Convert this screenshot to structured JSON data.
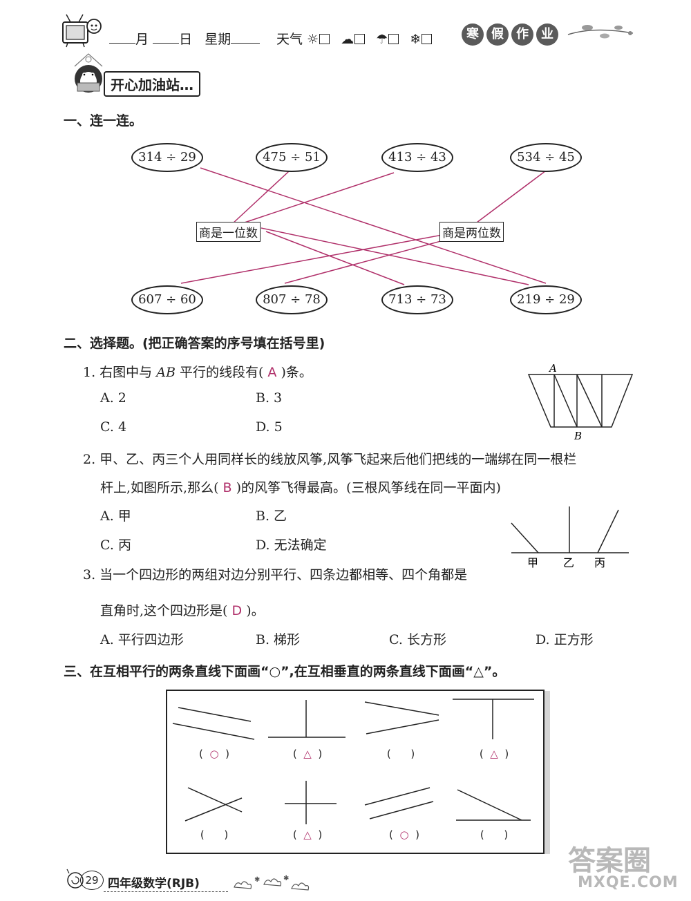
{
  "header": {
    "month": "月",
    "day": "日",
    "weekday": "星期",
    "weather": "天气",
    "banner": [
      "寒",
      "假",
      "作",
      "业"
    ]
  },
  "section_banner": "开心加油站…",
  "s1": {
    "title": "一、连一连。",
    "top": [
      "314 ÷ 29",
      "475 ÷ 51",
      "413 ÷ 43",
      "534 ÷ 45"
    ],
    "mid_left": "商是一位数",
    "mid_right": "商是两位数",
    "bottom": [
      "607 ÷ 60",
      "807 ÷ 78",
      "713 ÷ 73",
      "219 ÷ 29"
    ]
  },
  "s2": {
    "title": "二、选择题。(把正确答案的序号填在括号里)",
    "q1": {
      "pre": "1. 右图中与 ",
      "var": "AB",
      "mid": " 平行的线段有(",
      "answer": "A",
      "post": ")条。",
      "options": [
        "A. 2",
        "B. 3",
        "C. 4",
        "D. 5"
      ],
      "fig_labels": [
        "A",
        "B"
      ]
    },
    "q2": {
      "line1": "2. 甲、乙、丙三个人用同样长的线放风筝,风筝飞起来后他们把线的一端绑在同一根栏",
      "line2_pre": "杆上,如图所示,那么(",
      "answer": "B",
      "line2_post": ")的风筝飞得最高。(三根风筝线在同一平面内)",
      "options": [
        "A. 甲",
        "B. 乙",
        "C. 丙",
        "D. 无法确定"
      ],
      "fig_labels": [
        "甲",
        "乙",
        "丙"
      ]
    },
    "q3": {
      "line1": "3. 当一个四边形的两组对边分别平行、四条边都相等、四个角都是",
      "line2_pre": "直角时,这个四边形是(",
      "answer": "D",
      "line2_post": ")。",
      "options": [
        "A. 平行四边形",
        "B. 梯形",
        "C. 长方形",
        "D. 正方形"
      ]
    }
  },
  "s3": {
    "title": "三、在互相平行的两条直线下面画“○”,在互相垂直的两条直线下面画“△”。",
    "open": "(",
    "close": ")",
    "marks": [
      "○",
      "△",
      "",
      "△",
      "",
      "△",
      "○",
      ""
    ]
  },
  "footer": {
    "page": "29",
    "book": "四年级数学(RJB)"
  },
  "watermark": {
    "big": "答案圈",
    "url": "MXQE.COM"
  }
}
